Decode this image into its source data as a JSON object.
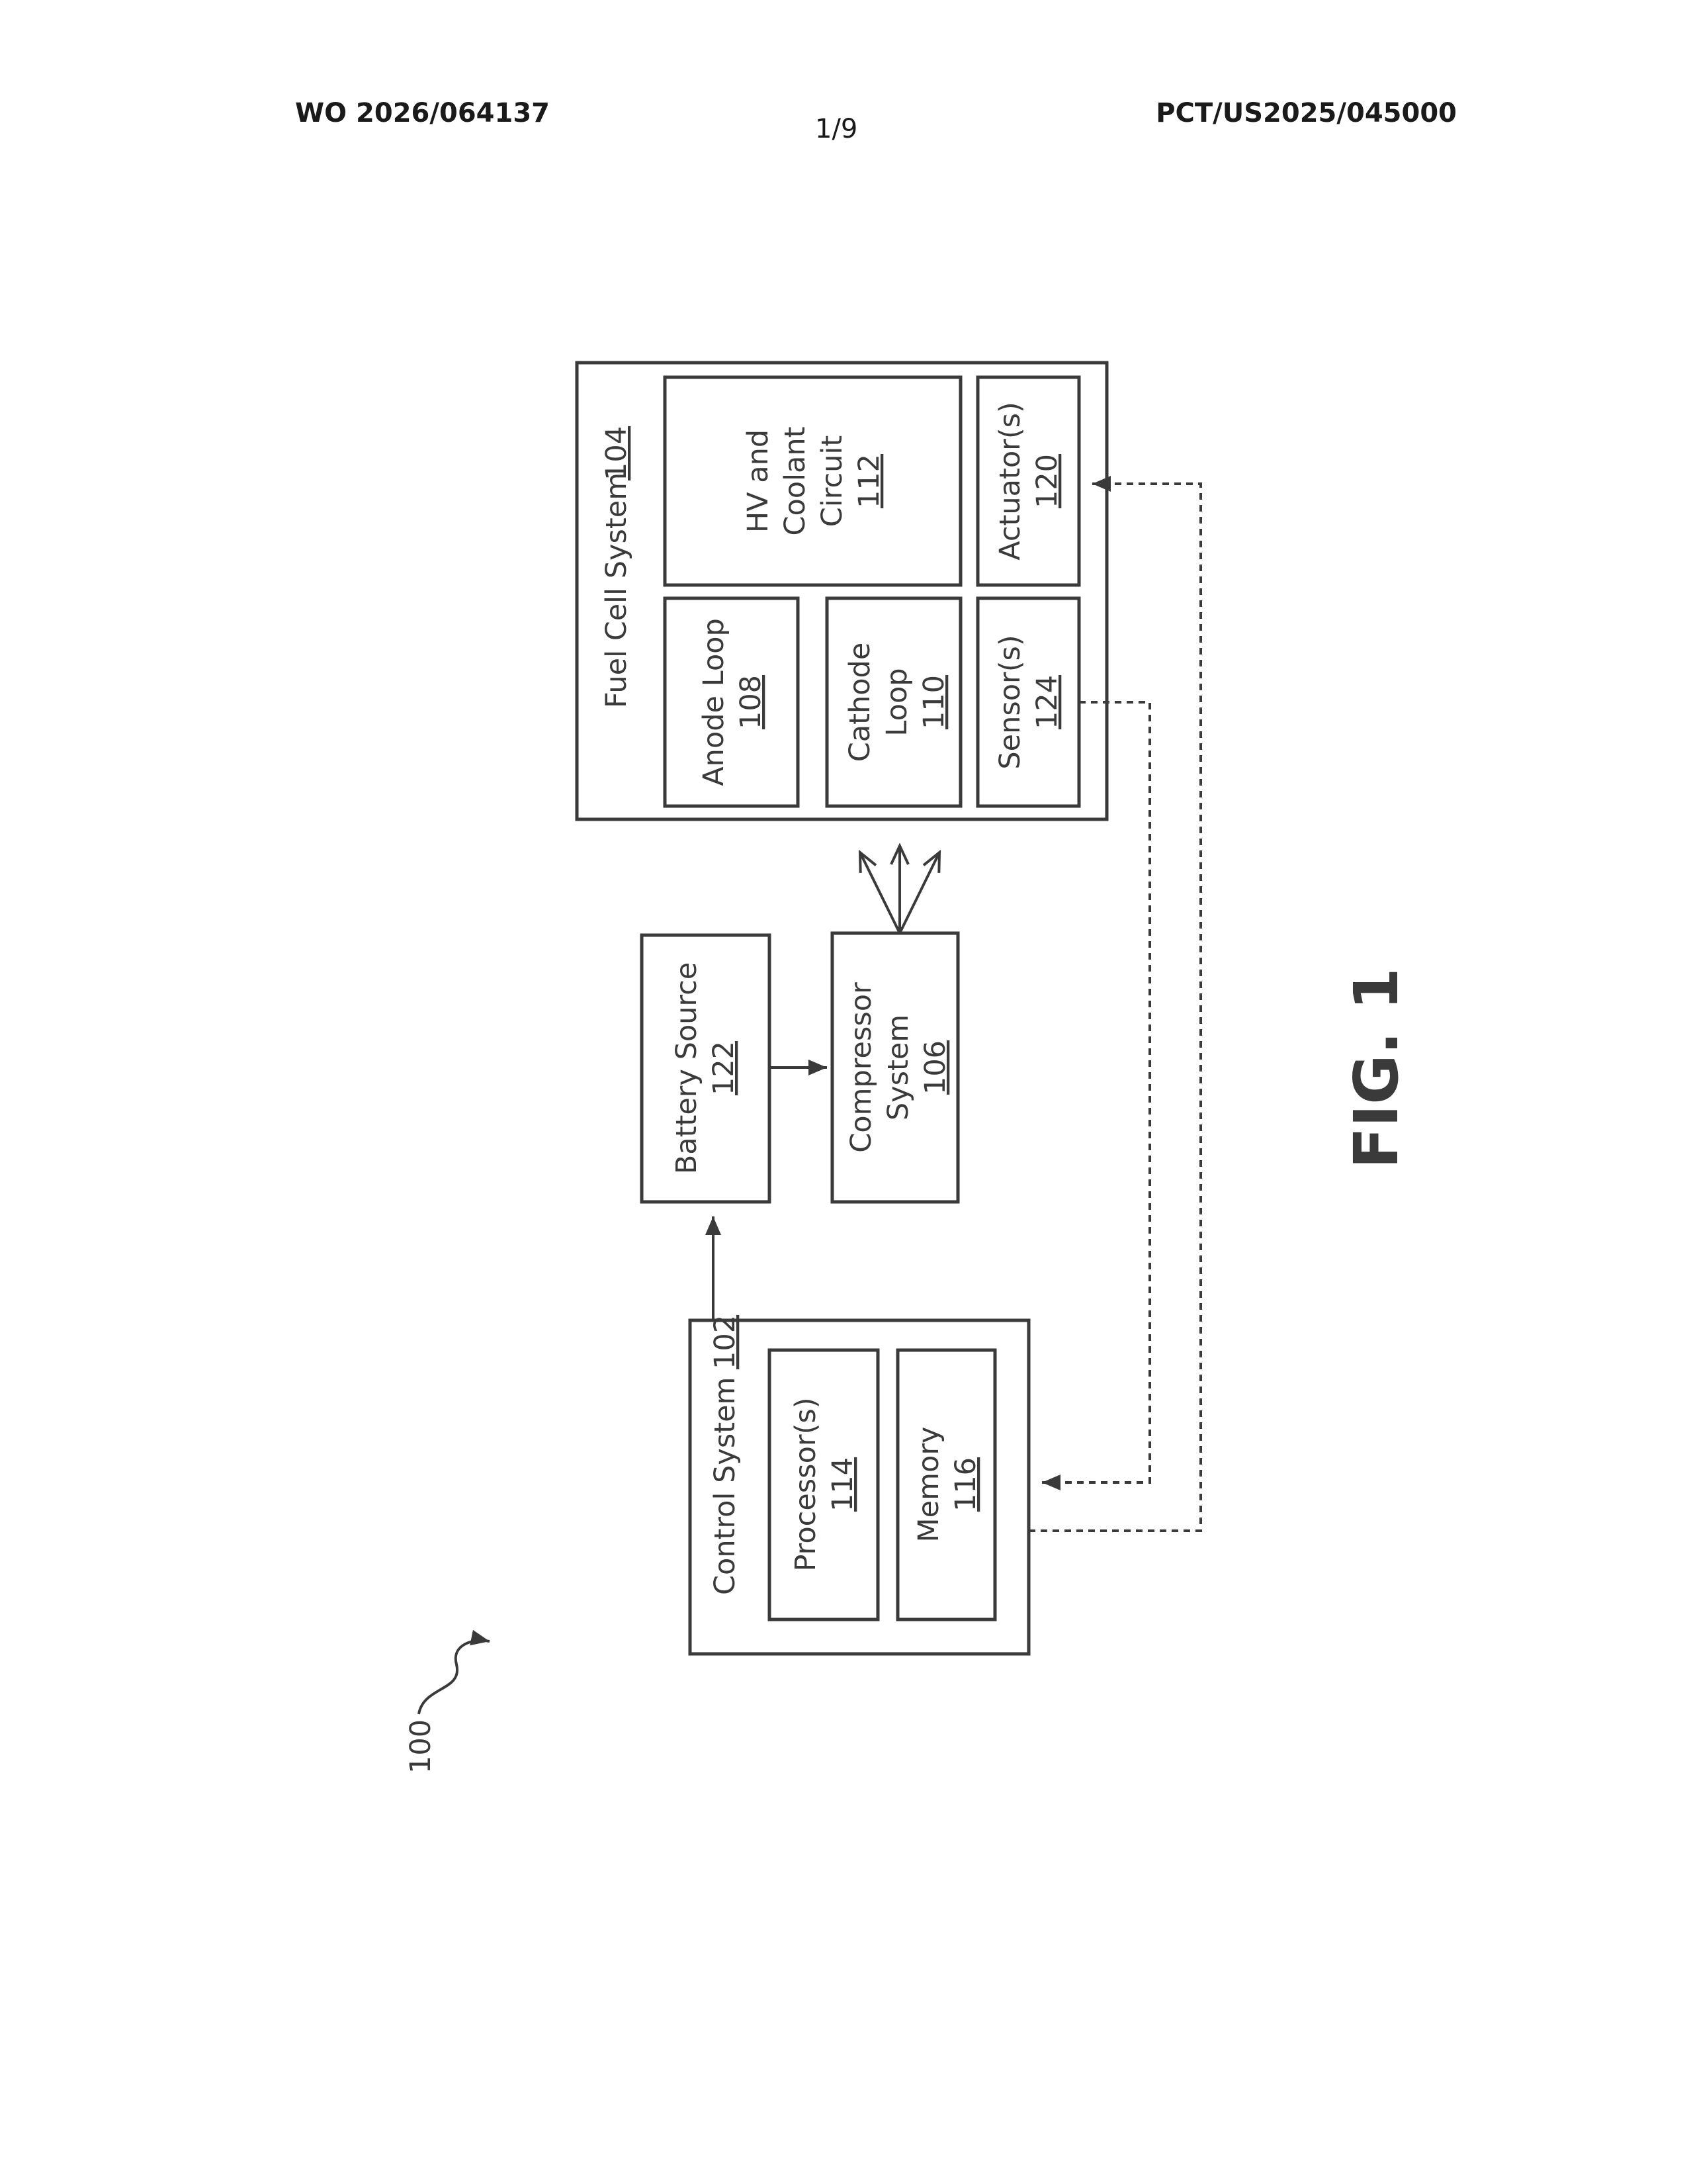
{
  "header": {
    "publication_number": "WO 2026/064137",
    "sheet": "1/9",
    "application_number": "PCT/US2025/045000"
  },
  "figure": {
    "label": "FIG. 1",
    "ref": "100"
  },
  "blocks": {
    "fuel_cell": {
      "label": "Fuel Cell System",
      "num": "104"
    },
    "anode": {
      "label": "Anode Loop",
      "num": "108"
    },
    "cathode": {
      "line1": "Cathode",
      "line2": "Loop",
      "num": "110"
    },
    "hv": {
      "line1": "HV and",
      "line2": "Coolant",
      "line3": "Circuit",
      "num": "112"
    },
    "sensors": {
      "label": "Sensor(s)",
      "num": "124"
    },
    "actuators": {
      "label": "Actuator(s)",
      "num": "120"
    },
    "battery": {
      "label": "Battery Source",
      "num": "122"
    },
    "compressor": {
      "line1": "Compressor",
      "line2": "System",
      "num": "106"
    },
    "control": {
      "label": "Control System",
      "num": "102"
    },
    "processor": {
      "label": "Processor(s)",
      "num": "114"
    },
    "memory": {
      "label": "Memory",
      "num": "116"
    }
  }
}
